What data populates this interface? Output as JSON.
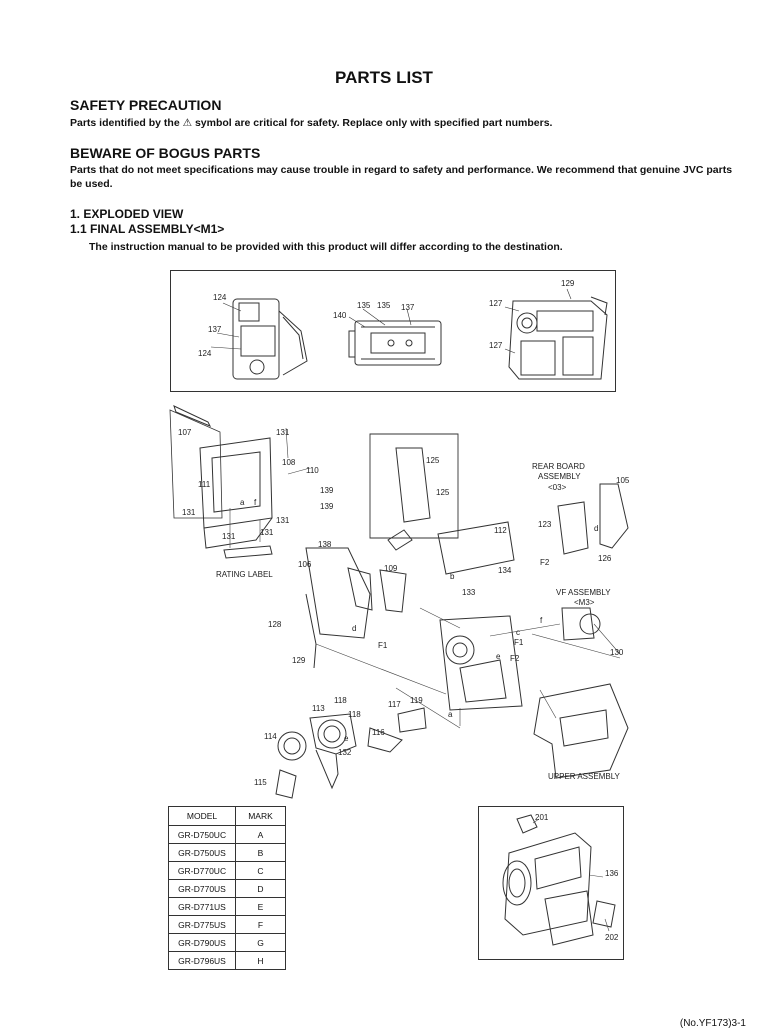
{
  "title": "PARTS LIST",
  "safety": {
    "heading": "SAFETY PRECAUTION",
    "text_before": "Parts identified by the ",
    "symbol": "⚠",
    "text_after": " symbol are critical for safety. Replace only with specified part numbers."
  },
  "bogus": {
    "heading": "BEWARE OF BOGUS PARTS",
    "text": "Parts that do not meet specifications may cause trouble in regard to safety and performance. We recommend that genuine JVC parts be used."
  },
  "exploded": {
    "heading": "1.  EXPLODED VIEW",
    "subheading": "1.1  FINAL ASSEMBLY<M1>",
    "note": "The instruction manual to be provided with this product will differ according to the destination."
  },
  "diagram_labels": {
    "top_view": [
      "124",
      "137",
      "124",
      "140",
      "135",
      "135",
      "137",
      "127",
      "127",
      "129"
    ],
    "main": [
      "107",
      "131",
      "108",
      "110",
      "111",
      "139",
      "139",
      "131",
      "131",
      "131",
      "131",
      "a",
      "f",
      "125",
      "125",
      "112",
      "134",
      "133",
      "b",
      "138",
      "106",
      "109",
      "d",
      "F1",
      "128",
      "129",
      "105",
      "123",
      "126",
      "d",
      "F2",
      "c",
      "F1",
      "F2",
      "e",
      "130",
      "f",
      "a",
      "113",
      "118",
      "118",
      "114",
      "132",
      "e",
      "117",
      "119",
      "116",
      "115",
      "201",
      "136",
      "202"
    ],
    "rating_label": "RATING LABEL",
    "rear_board": [
      "REAR BOARD",
      "ASSEMBLY",
      "<03>"
    ],
    "vf_assembly": [
      "VF ASSEMBLY",
      "<M3>"
    ],
    "upper_assembly": "UPPER ASSEMBLY"
  },
  "model_table": {
    "headers": [
      "MODEL",
      "MARK"
    ],
    "rows": [
      [
        "GR-D750UC",
        "A"
      ],
      [
        "GR-D750US",
        "B"
      ],
      [
        "GR-D770UC",
        "C"
      ],
      [
        "GR-D770US",
        "D"
      ],
      [
        "GR-D771US",
        "E"
      ],
      [
        "GR-D775US",
        "F"
      ],
      [
        "GR-D790US",
        "G"
      ],
      [
        "GR-D796US",
        "H"
      ]
    ]
  },
  "page_number": "(No.YF173)3-1"
}
